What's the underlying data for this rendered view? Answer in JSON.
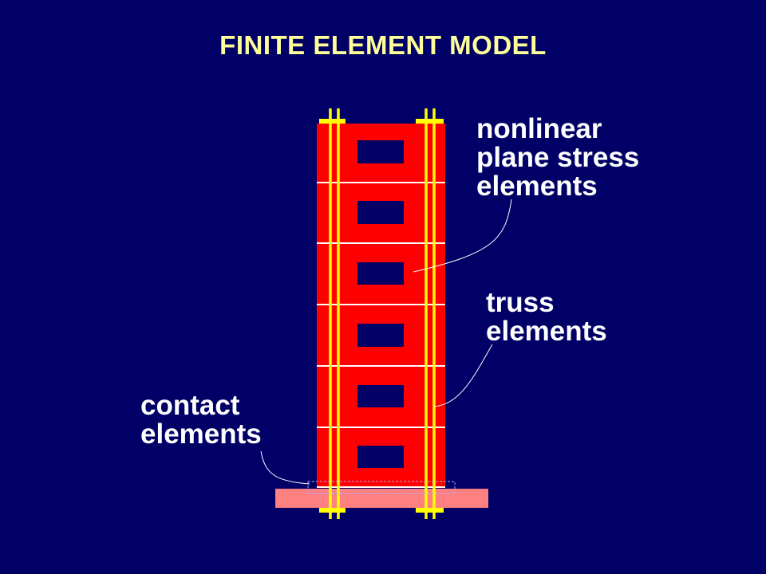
{
  "slide": {
    "title": "FINITE ELEMENT MODEL"
  },
  "labels": {
    "nonlinear": [
      "nonlinear",
      "plane stress",
      "elements"
    ],
    "truss": [
      "truss",
      "elements"
    ],
    "contact": [
      "contact",
      "elements"
    ]
  },
  "colors": {
    "background": "#000066",
    "title": "#ffff99",
    "label_text": "#ffffff",
    "wall_elements": "#ff0000",
    "truss_bars": "#ffff00",
    "base_footing": "#ff8080",
    "contact_outline": "#aaaaff"
  },
  "model": {
    "block_courses": 6
  }
}
